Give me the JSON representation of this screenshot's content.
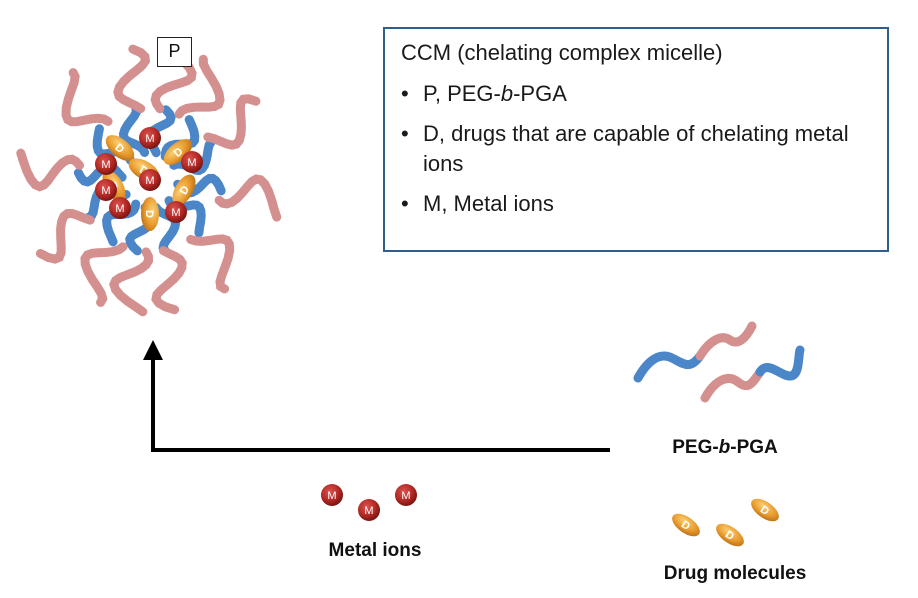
{
  "info_box": {
    "title": "CCM (chelating complex micelle)",
    "items": [
      {
        "prefix": "P, PEG-",
        "italic": "b",
        "suffix": "-PGA"
      },
      {
        "text": "D, drugs that are capable of chelating metal ions"
      },
      {
        "text": "M, Metal ions"
      }
    ]
  },
  "micelle": {
    "p_label": "P",
    "metal_symbol": "M",
    "drug_symbol": "D"
  },
  "captions": {
    "peg": {
      "prefix": "PEG-",
      "italic": "b",
      "suffix": "-PGA"
    },
    "metal_ions": "Metal ions",
    "drug_molecules": "Drug molecules"
  },
  "colors": {
    "peg_blue": "#4a86c8",
    "pga_pink": "#d4908e",
    "metal_red": "#b52a26",
    "drug_orange": "#e89a2c",
    "box_border": "#2e5f8a",
    "arrow": "#000000"
  }
}
